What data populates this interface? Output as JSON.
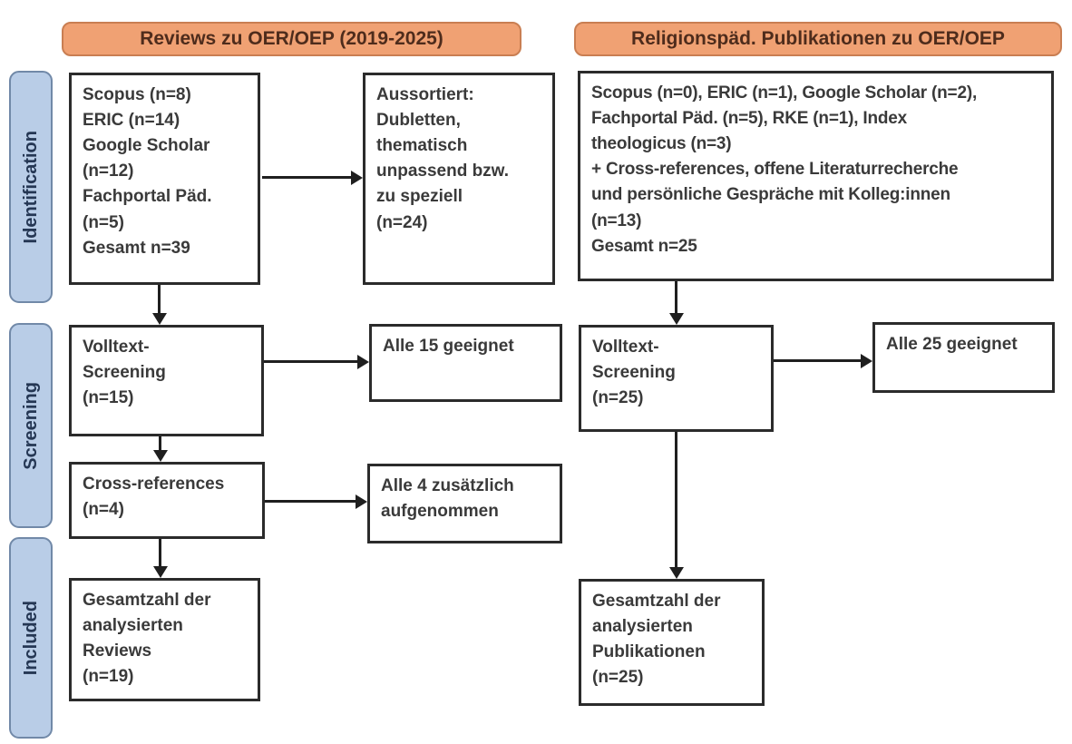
{
  "diagram": {
    "type": "prisma-flowchart",
    "colors": {
      "header_fill": "#f0a173",
      "header_border": "#c97e52",
      "header_text": "#4e2c1c",
      "stage_fill": "#b9cde7",
      "stage_border": "#7189a8",
      "stage_text": "#253754",
      "box_border": "#2b2b2b",
      "box_text": "#3a3a3a",
      "arrow": "#1f1f1f",
      "background": "#ffffff"
    }
  },
  "headers": {
    "reviews": {
      "label": "Reviews zu OER/OEP (2019-2025)"
    },
    "religionspaed": {
      "label": "Religionspäd. Publikationen zu OER/OEP"
    }
  },
  "stages": {
    "identification": {
      "label": "Identification"
    },
    "screening": {
      "label": "Screening"
    },
    "included": {
      "label": "Included"
    }
  },
  "boxes": {
    "sources_reviews": {
      "lines": [
        "Scopus (n=8)",
        "ERIC (n=14)",
        "Google Scholar",
        "(n=12)",
        "Fachportal Päd.",
        "(n=5)",
        "Gesamt n=39"
      ]
    },
    "aussortiert": {
      "lines": [
        "Aussortiert:",
        "Dubletten,",
        "thematisch",
        "unpassend bzw.",
        "zu speziell",
        "(n=24)"
      ]
    },
    "sources_religionspaed": {
      "lines": [
        "Scopus (n=0), ERIC (n=1), Google Scholar (n=2),",
        "Fachportal Päd. (n=5), RKE (n=1), Index",
        "theologicus (n=3)",
        "+ Cross-references, offene Literaturrecherche",
        "und persönliche Gespräche mit Kolleg:innen",
        "(n=13)",
        "Gesamt n=25"
      ]
    },
    "volltext_screening_reviews": {
      "lines": [
        "Volltext-",
        "Screening",
        "(n=15)"
      ]
    },
    "alle_15_geeignet": {
      "lines": [
        "Alle 15 geeignet"
      ]
    },
    "volltext_screening_religionspaed": {
      "lines": [
        "Volltext-",
        "Screening",
        "(n=25)"
      ]
    },
    "alle_25_geeignet": {
      "lines": [
        "Alle 25 geeignet"
      ]
    },
    "cross_references": {
      "lines": [
        "Cross-references",
        "(n=4)"
      ]
    },
    "alle_4_zusaetzlich": {
      "lines": [
        "Alle 4 zusätzlich",
        "aufgenommen"
      ]
    },
    "gesamt_reviews": {
      "lines": [
        "Gesamtzahl der",
        "analysierten",
        "Reviews",
        "(n=19)"
      ]
    },
    "gesamt_publikationen": {
      "lines": [
        "Gesamtzahl der",
        "analysierten",
        "Publikationen",
        "(n=25)"
      ]
    }
  }
}
